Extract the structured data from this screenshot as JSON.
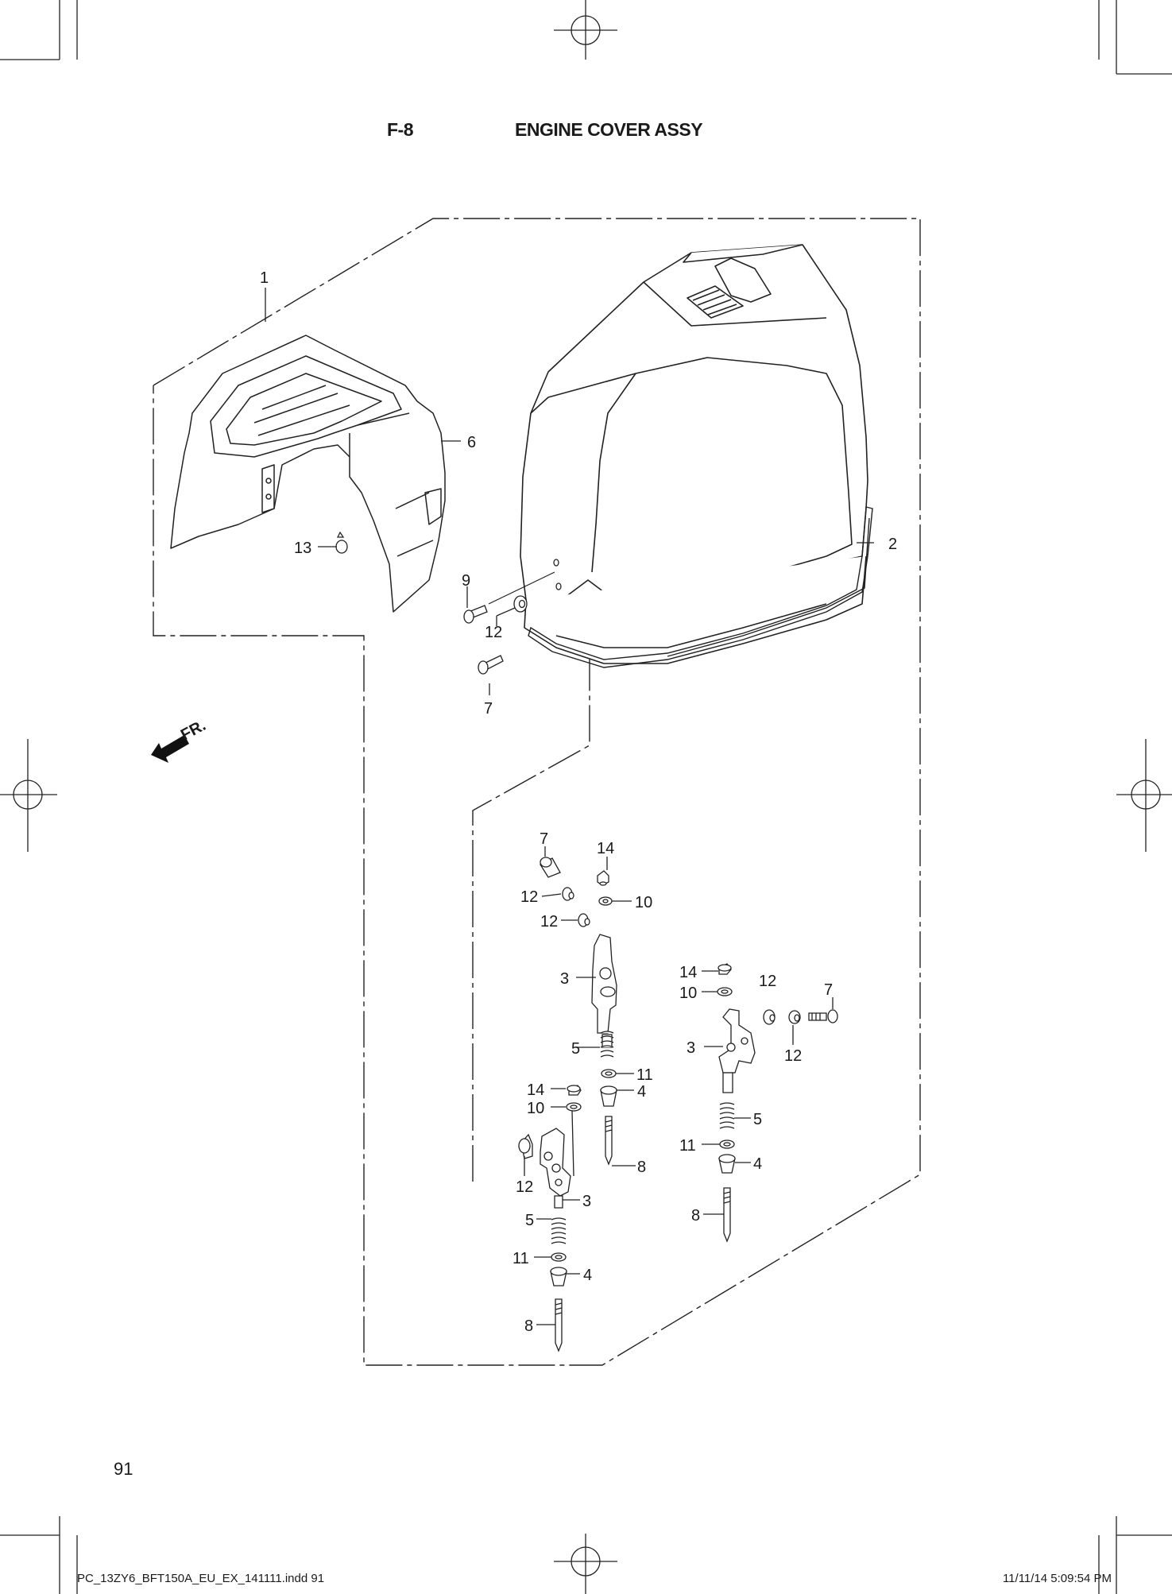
{
  "header": {
    "figure_code": "F-8",
    "figure_title": "ENGINE COVER ASSY"
  },
  "page_number": "91",
  "footer": {
    "file_name": "PC_13ZY6_BFT150A_EU_EX_141111.indd   91",
    "timestamp": "11/11/14   5:09:54 PM"
  },
  "direction_marker": "FR.",
  "callouts": [
    "1",
    "6",
    "13",
    "2",
    "9",
    "12",
    "7",
    "7",
    "14",
    "12",
    "10",
    "12",
    "3",
    "5",
    "11",
    "4",
    "14",
    "10",
    "8",
    "12",
    "3",
    "5",
    "11",
    "4",
    "8",
    "14",
    "10",
    "12",
    "7",
    "3",
    "12",
    "5",
    "11",
    "4",
    "8"
  ]
}
